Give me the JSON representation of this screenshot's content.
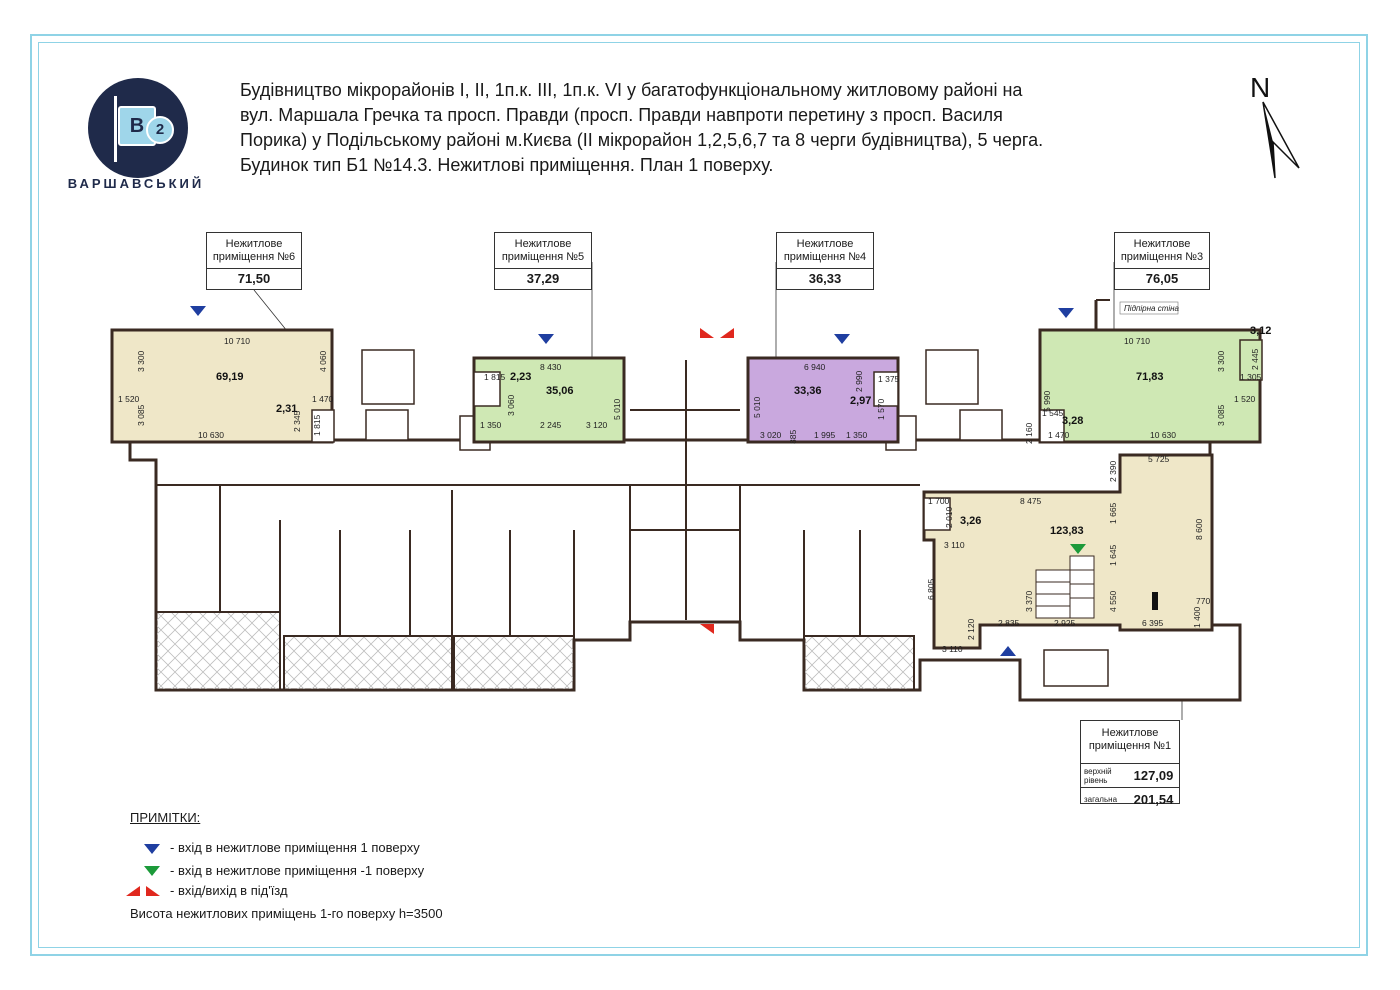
{
  "title": {
    "line1": "Будівництво мікрорайонів І, ІІ, 1п.к. ІІІ, 1п.к. VI у багатофункціональному житловому районі на",
    "line2": "вул. Маршала Гречка та просп. Правди (просп. Правди навпроти перетину  з просп. Василя",
    "line3": "Порика) у Подільському районі м.Києва (ІІ мікрорайон 1,2,5,6,7 та 8 черги будівництва), 5 черга.",
    "line4": "Будинок тип Б1  №14.3. Нежитлові приміщення. План 1 поверху."
  },
  "logo": {
    "text": "ВАРШАВСЬКИЙ",
    "flag_letter": "B",
    "circle_digit": "2"
  },
  "north": "N",
  "premises": [
    {
      "label": "Нежитлове приміщення №6",
      "value": "71,50"
    },
    {
      "label": "Нежитлове приміщення №5",
      "value": "37,29"
    },
    {
      "label": "Нежитлове приміщення №4",
      "value": "36,33"
    },
    {
      "label": "Нежитлове приміщення №3",
      "value": "76,05"
    }
  ],
  "premise1": {
    "label": "Нежитлове приміщення №1",
    "upper_key": "верхній рівень",
    "upper_value": "127,09",
    "total_key": "загальна",
    "total_value": "201,54"
  },
  "areas": {
    "a6_main": "69,19",
    "a6_wc": "2,31",
    "a5_wc": "2,23",
    "a5_main": "35,06",
    "a4_main": "33,36",
    "a4_wc": "2,97",
    "a3_main": "71,83",
    "a3_wc": "3,28",
    "a3_small": "3,12",
    "a1_wc": "3,26",
    "a1_main": "123,83"
  },
  "bearing_wall": "Підпірна стіна",
  "dims": {
    "d1": "10 710",
    "d2": "3 300",
    "d3": "4 060",
    "d4": "1 520",
    "d5": "3 085",
    "d6": "1 470",
    "d7": "2 345",
    "d8": "1 815",
    "d9": "10 630",
    "d10": "8 430",
    "d11": "1 815",
    "d12": "5 010",
    "d13": "3 060",
    "d14": "1 350",
    "d15": "2 245",
    "d16": "3 120",
    "d17": "6 940",
    "d18": "2 990",
    "d19": "1 375",
    "d20": "5 010",
    "d21": "3 020",
    "d22": "1 995",
    "d23": "1 350",
    "d24": "885",
    "d25": "1 570",
    "d26": "10 710",
    "d27": "3 300",
    "d28": "5 990",
    "d29": "1 520",
    "d30": "3 085",
    "d31": "10 630",
    "d32": "1 545",
    "d33": "2 160",
    "d34": "1 470",
    "d35": "2 445",
    "d36": "1 305",
    "d37": "5 725",
    "d38": "2 390",
    "d39": "8 475",
    "d40": "1 665",
    "d41": "1 645",
    "d42": "1 700",
    "d43": "2 010",
    "d44": "3 110",
    "d45": "8 600",
    "d46": "4 550",
    "d47": "6 805",
    "d48": "3 370",
    "d49": "770",
    "d50": "6 395",
    "d51": "1 400",
    "d52": "2 835",
    "d53": "2 925",
    "d54": "2 120",
    "d55": "3 110"
  },
  "notes": {
    "heading": "ПРИМІТКИ:",
    "n1": "- вхід в нежитлове приміщення 1 поверху",
    "n2": "- вхід в нежитлове приміщення  -1 поверху",
    "n3": "- вхід/вихід в під'їзд",
    "height": "Висота нежитлових приміщень 1-го поверху h=3500"
  },
  "colors": {
    "frame": "#8fd3e6",
    "beige": "#efe7c8",
    "green": "#cfe8b4",
    "purple": "#c9a8de",
    "blue_marker": "#1f3ea0",
    "green_marker": "#1c9a3a",
    "red_marker": "#e0281e",
    "wall": "#3a2a22"
  }
}
